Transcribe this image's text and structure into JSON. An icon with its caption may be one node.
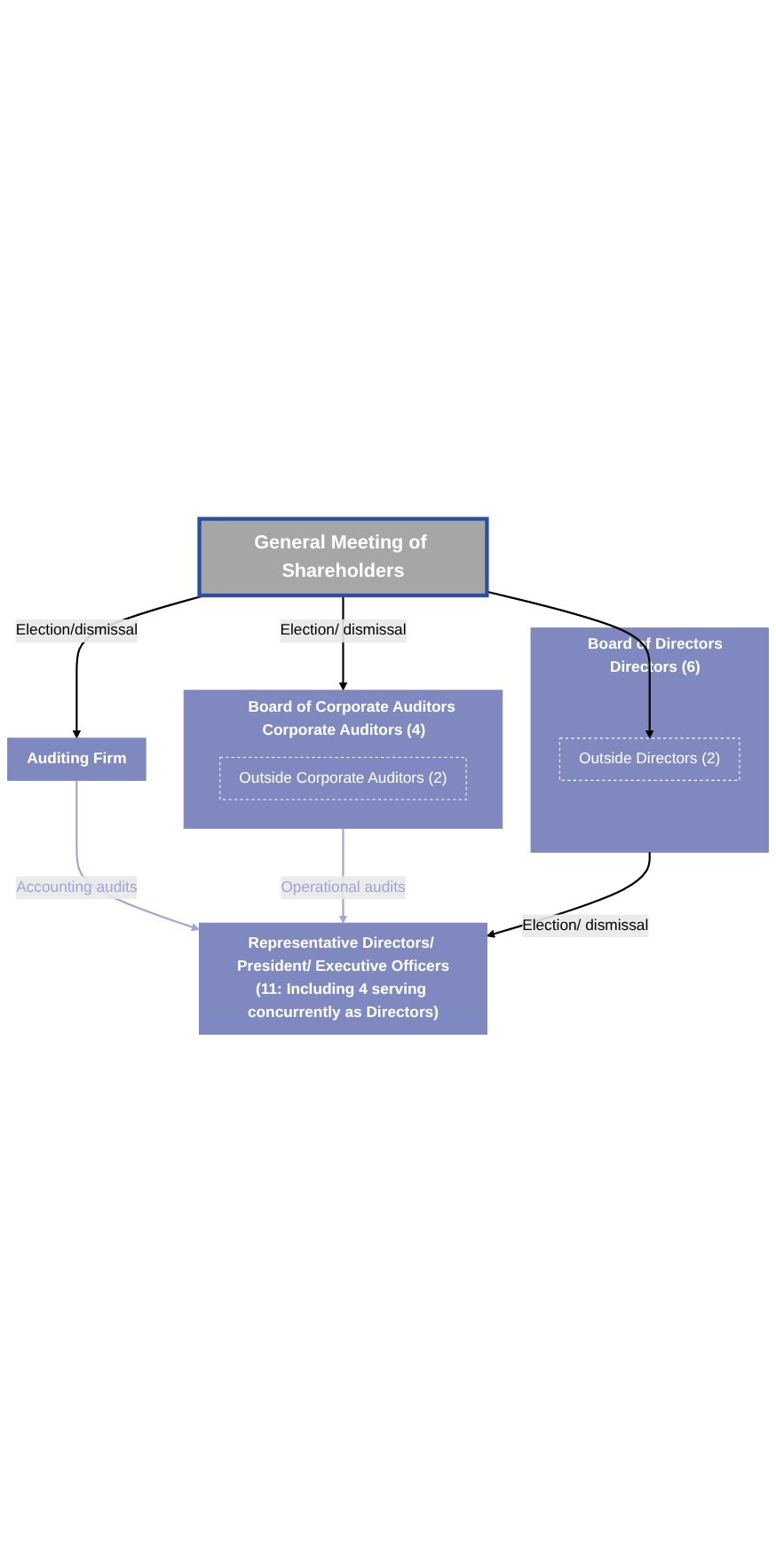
{
  "diagram": {
    "nodes": [
      {
        "text": [
          "General Meeting of Shareholders"
        ]
      },
      {
        "text": [
          "Board of Corporate Auditors",
          "Corporate Auditors (4)"
        ]
      },
      {
        "text": [
          "Outside Corporate Auditors (2)"
        ],
        "in": 1
      },
      {
        "text": [
          "Auditing Firm"
        ]
      },
      {
        "text": [
          "Board of Directors",
          "Directors (6)"
        ]
      },
      {
        "text": [
          "Outside Directors (2)"
        ],
        "in": 4
      },
      {
        "text": [
          "Representative Directors/ President/ Executive Officers",
          "(11: Including 4 serving concurrently as Directors)"
        ]
      }
    ],
    "edges": [
      {
        "from": 0,
        "to": 1,
        "arrow": "to",
        "label": "Election/ dismissal"
      },
      {
        "from": 0,
        "to": 3,
        "arrow": "to",
        "label": "Election/dismissal"
      },
      {
        "from": 0,
        "to": 5,
        "arrow": "to"
      },
      {
        "from": 1,
        "to": 6,
        "arrow": "to",
        "label": "Operational audits",
        "color": "#9fa5d4"
      },
      {
        "from": 3,
        "to": 6,
        "arrow": "to",
        "label": "Accounting audits",
        "color": "#9fa5d4"
      },
      {
        "from": 4,
        "to": 6,
        "arrow": "to",
        "label": "Election/ dismissal"
      }
    ]
  }
}
